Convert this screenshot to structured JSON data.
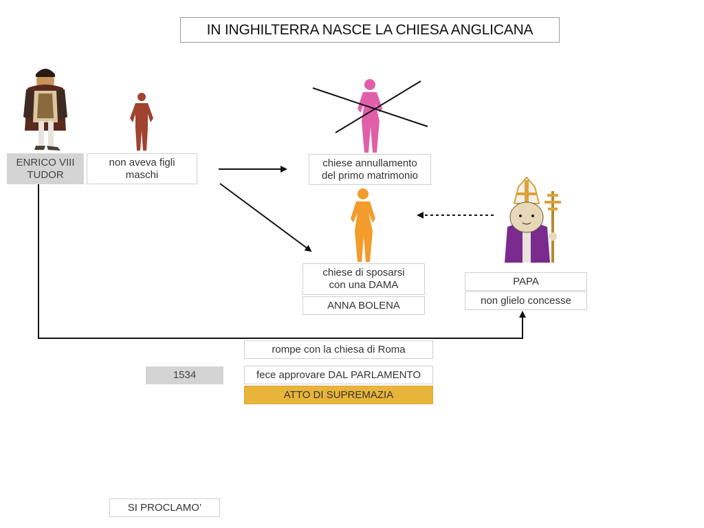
{
  "title": "IN INGHILTERRA NASCE LA CHIESA ANGLICANA",
  "boxes": {
    "enrico": "ENRICO VIII\nTUDOR",
    "no_sons": "non aveva figli\nmaschi",
    "annulment": "chiese annullamento\ndel primo matrimonio",
    "marry": "chiese di sposarsi\ncon una DAMA",
    "anna": "ANNA BOLENA",
    "papa": "PAPA",
    "denied": "non glielo concesse",
    "rome": "rompe con la chiesa di Roma",
    "year": "1534",
    "parliament": "fece approvare DAL PARLAMENTO",
    "act": "ATTO DI SUPREMAZIA",
    "proclaimed": "SI PROCLAMO’"
  },
  "colors": {
    "man": "#a0432f",
    "woman_crossed": "#e15fa8",
    "woman": "#f39b2b",
    "highlight": "#e9b43a",
    "gray_box": "#d4d4d4",
    "papal_purple": "#7b2a8e",
    "gold": "#d9a33a"
  },
  "figures": [
    "king-henry-figure",
    "man-silhouette",
    "woman-silhouette-crossed",
    "woman-silhouette",
    "pope-figure"
  ]
}
